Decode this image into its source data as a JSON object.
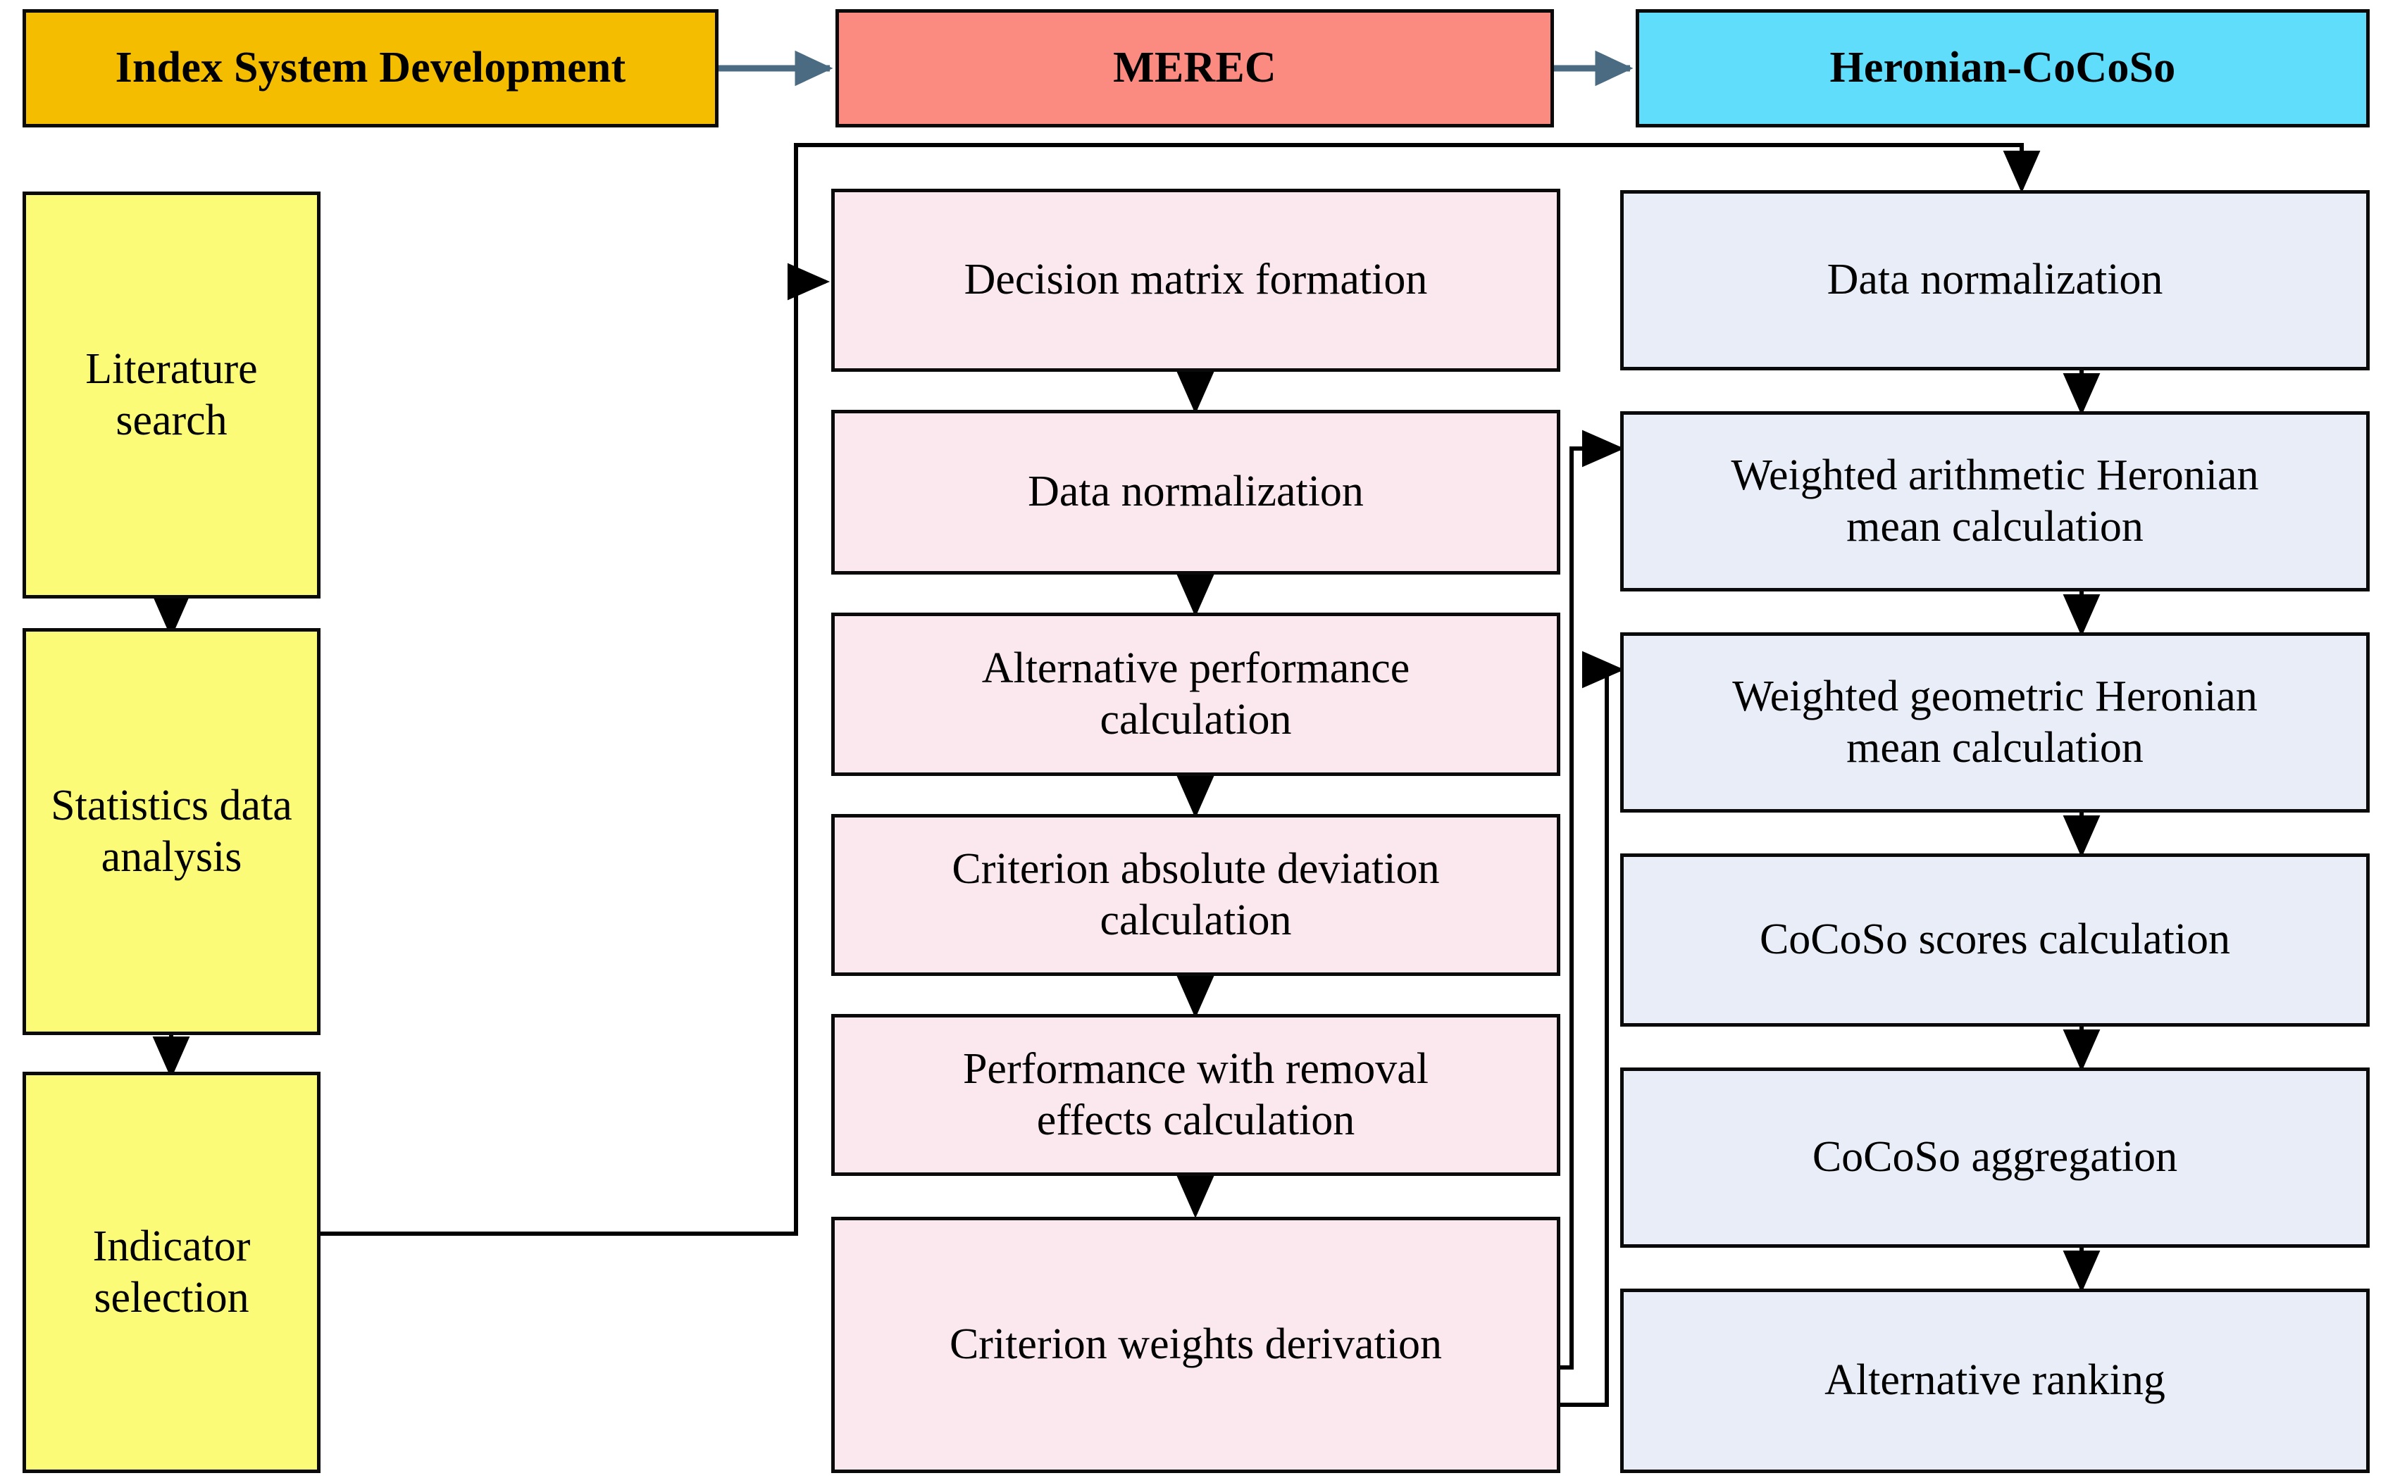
{
  "diagram": {
    "title": "MEREC Heronian-CoCoSo methodology flowchart",
    "type": "flowchart",
    "colors": {
      "header_index_system": "#F5BD00",
      "header_merec": "#FB8A80",
      "header_heronian_cocoso": "#5FDDFB",
      "left_column_box": "#FCFB77",
      "middle_column_box": "#FAE8EE",
      "right_column_box": "#E8EDF7",
      "box_border": "#0A0A0A",
      "header_arrow": "#4A6B82",
      "flow_arrow": "#000000",
      "background": "#FFFFFF"
    }
  },
  "headers": [
    {
      "id": "index-system-development",
      "label": "Index System Development"
    },
    {
      "id": "merec",
      "label": "MEREC"
    },
    {
      "id": "heronian-cocoso",
      "label": "Heronian-CoCoSo"
    }
  ],
  "columns": {
    "index_system": {
      "header": "Index System Development",
      "steps": [
        {
          "id": "literature-search",
          "label": "Literature search"
        },
        {
          "id": "statistics-data-analysis",
          "label": "Statistics data analysis"
        },
        {
          "id": "indicator-selection",
          "label": "Indicator selection"
        }
      ]
    },
    "merec": {
      "header": "MEREC",
      "steps": [
        {
          "id": "decision-matrix-formation",
          "label": "Decision matrix formation"
        },
        {
          "id": "merec-data-normalization",
          "label": "Data normalization"
        },
        {
          "id": "alternative-performance-calculation",
          "label": "Alternative performance\ncalculation"
        },
        {
          "id": "criterion-absolute-deviation-calculation",
          "label": "Criterion absolute deviation\ncalculation"
        },
        {
          "id": "performance-with-removal-effects-calculation",
          "label": "Performance with removal\neffects calculation"
        },
        {
          "id": "criterion-weights-derivation",
          "label": "Criterion weights derivation"
        }
      ]
    },
    "heronian_cocoso": {
      "header": "Heronian-CoCoSo",
      "steps": [
        {
          "id": "cocoso-data-normalization",
          "label": "Data normalization"
        },
        {
          "id": "weighted-arithmetic-heronian-mean-calculation",
          "label": "Weighted arithmetic Heronian\nmean calculation"
        },
        {
          "id": "weighted-geometric-heronian-mean-calculation",
          "label": "Weighted geometric Heronian\nmean calculation"
        },
        {
          "id": "cocoso-scores-calculation",
          "label": "CoCoSo scores calculation"
        },
        {
          "id": "cocoso-aggregation",
          "label": "CoCoSo aggregation"
        },
        {
          "id": "alternative-ranking",
          "label": "Alternative ranking"
        }
      ]
    }
  },
  "connections": [
    {
      "from": "index-system-development",
      "to": "merec",
      "style": "header-arrow"
    },
    {
      "from": "merec",
      "to": "heronian-cocoso",
      "style": "header-arrow"
    },
    {
      "from": "literature-search",
      "to": "statistics-data-analysis",
      "style": "vertical-arrow"
    },
    {
      "from": "statistics-data-analysis",
      "to": "indicator-selection",
      "style": "vertical-arrow"
    },
    {
      "from": "indicator-selection",
      "to": "decision-matrix-formation",
      "style": "elbow-arrow"
    },
    {
      "from": "decision-matrix-formation",
      "to": "merec-data-normalization",
      "style": "vertical-arrow"
    },
    {
      "from": "merec-data-normalization",
      "to": "alternative-performance-calculation",
      "style": "vertical-arrow"
    },
    {
      "from": "alternative-performance-calculation",
      "to": "criterion-absolute-deviation-calculation",
      "style": "vertical-arrow"
    },
    {
      "from": "criterion-absolute-deviation-calculation",
      "to": "performance-with-removal-effects-calculation",
      "style": "vertical-arrow"
    },
    {
      "from": "performance-with-removal-effects-calculation",
      "to": "criterion-weights-derivation",
      "style": "vertical-arrow"
    },
    {
      "from": "indicator-selection",
      "to": "cocoso-data-normalization",
      "style": "elbow-arrow-top"
    },
    {
      "from": "cocoso-data-normalization",
      "to": "weighted-arithmetic-heronian-mean-calculation",
      "style": "vertical-arrow"
    },
    {
      "from": "weighted-arithmetic-heronian-mean-calculation",
      "to": "weighted-geometric-heronian-mean-calculation",
      "style": "vertical-arrow"
    },
    {
      "from": "weighted-geometric-heronian-mean-calculation",
      "to": "cocoso-scores-calculation",
      "style": "vertical-arrow"
    },
    {
      "from": "cocoso-scores-calculation",
      "to": "cocoso-aggregation",
      "style": "vertical-arrow"
    },
    {
      "from": "cocoso-aggregation",
      "to": "alternative-ranking",
      "style": "vertical-arrow"
    },
    {
      "from": "criterion-weights-derivation",
      "to": "weighted-arithmetic-heronian-mean-calculation",
      "style": "elbow-arrow-up"
    },
    {
      "from": "criterion-weights-derivation",
      "to": "weighted-geometric-heronian-mean-calculation",
      "style": "elbow-arrow-up"
    }
  ]
}
